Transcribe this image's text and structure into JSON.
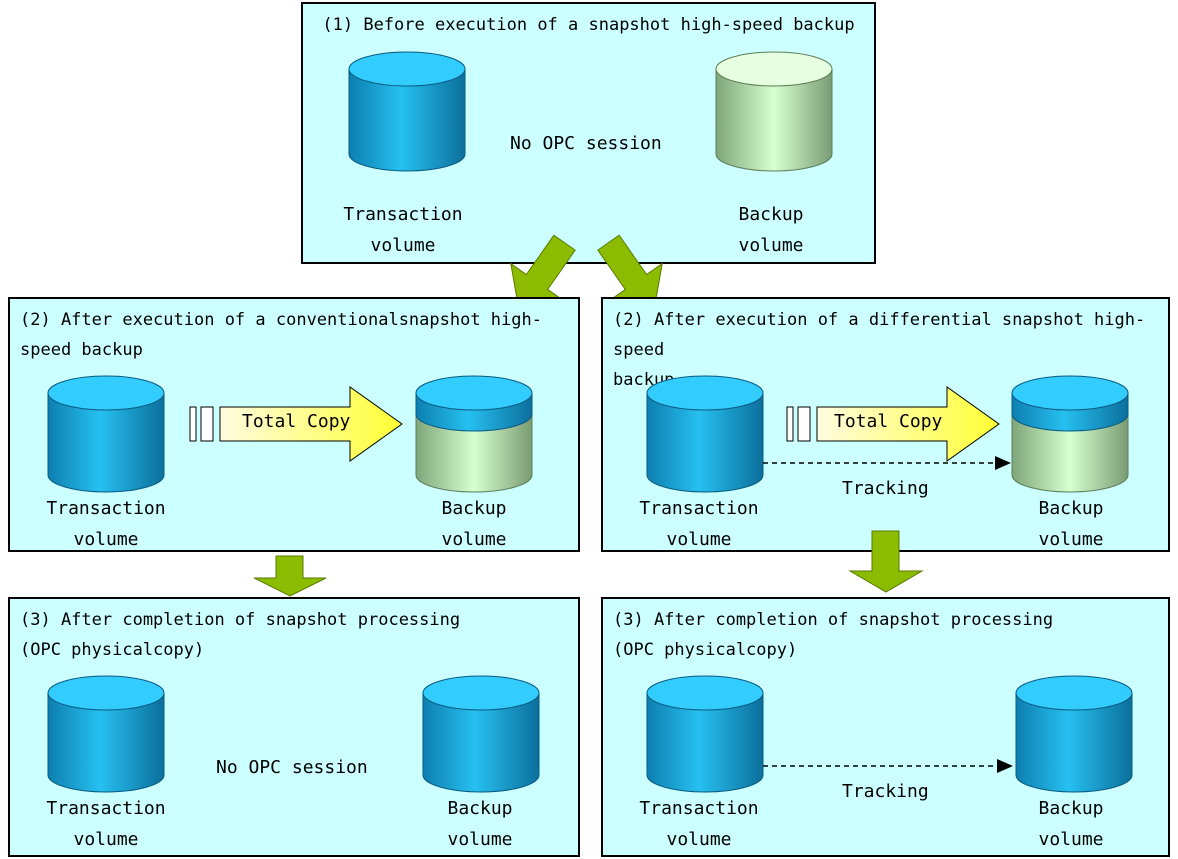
{
  "panel1": {
    "title": "(1) Before execution of a snapshot high-speed backup",
    "center_text": "No OPC session",
    "left_label_1": "Transaction",
    "left_label_2": "volume",
    "right_label_1": "Backup",
    "right_label_2": "volume"
  },
  "panel2a": {
    "title": "(2) After execution of a conventionalsnapshot high-\nspeed backup",
    "arrow_text": "Total Copy",
    "left_label_1": "Transaction",
    "left_label_2": "volume",
    "right_label_1": "Backup",
    "right_label_2": "volume"
  },
  "panel2b": {
    "title": "(2) After execution of a differential snapshot high-speed\nbackup",
    "arrow_text": "Total Copy",
    "tracking_text": "Tracking",
    "left_label_1": "Transaction",
    "left_label_2": "volume",
    "right_label_1": "Backup",
    "right_label_2": "volume"
  },
  "panel3a": {
    "title": "(3) After completion of snapshot processing\n(OPC physicalcopy)",
    "center_text": "No OPC session",
    "left_label_1": "Transaction",
    "left_label_2": "volume",
    "right_label_1": "Backup",
    "right_label_2": "volume"
  },
  "panel3b": {
    "title": "(3) After completion of snapshot processing\n(OPC physicalcopy)",
    "tracking_text": "Tracking",
    "left_label_1": "Transaction",
    "left_label_2": "volume",
    "right_label_1": "Backup",
    "right_label_2": "volume"
  },
  "colors": {
    "panel_bg": "#ccffff",
    "transaction_cylinder": "#1aa6d8",
    "backup_cylinder_before": "#c8f0c0",
    "backup_cylinder_after": "#1aaee0",
    "flow_arrow": "#8cbc00",
    "copy_arrow": "#ffff66"
  },
  "icons": [
    "cylinder-icon",
    "flow-arrow-icon",
    "copy-arrow-icon",
    "tracking-arrow-icon"
  ]
}
